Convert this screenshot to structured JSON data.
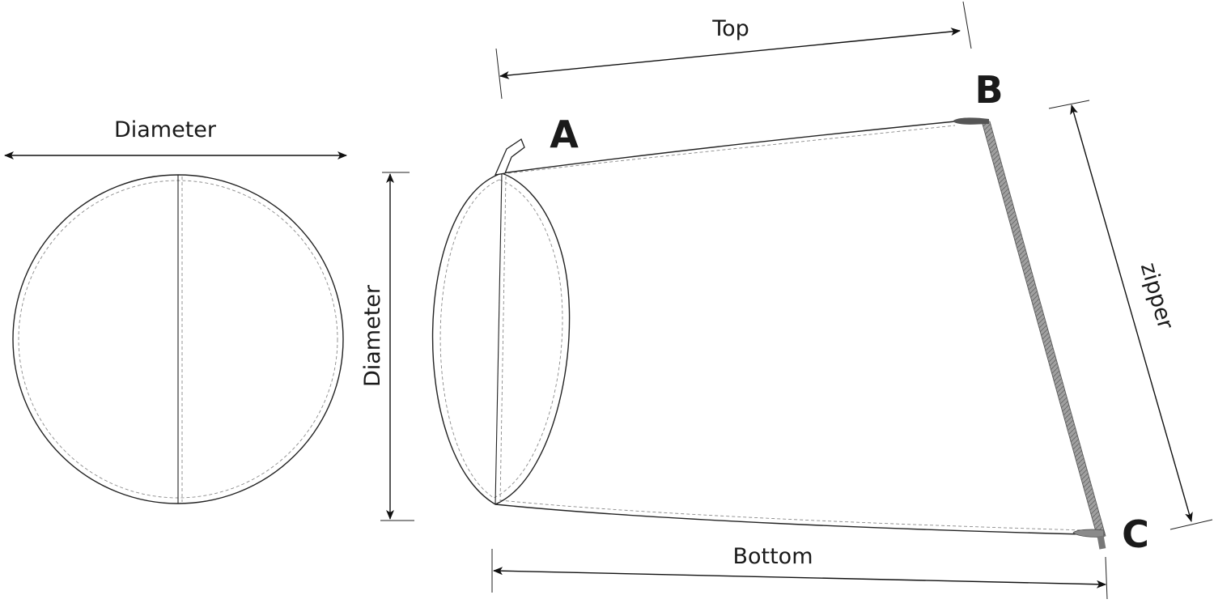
{
  "labels": {
    "diameter_front": "Diameter",
    "diameter_side": "Diameter",
    "top": "Top",
    "bottom": "Bottom",
    "zipper": "zipper"
  },
  "points": {
    "a": "A",
    "b": "B",
    "c": "C"
  },
  "colors": {
    "line": "#222222",
    "stitch": "#8a8a8a",
    "zipper": "#9a9a9a",
    "zipper_pull": "#555555"
  }
}
